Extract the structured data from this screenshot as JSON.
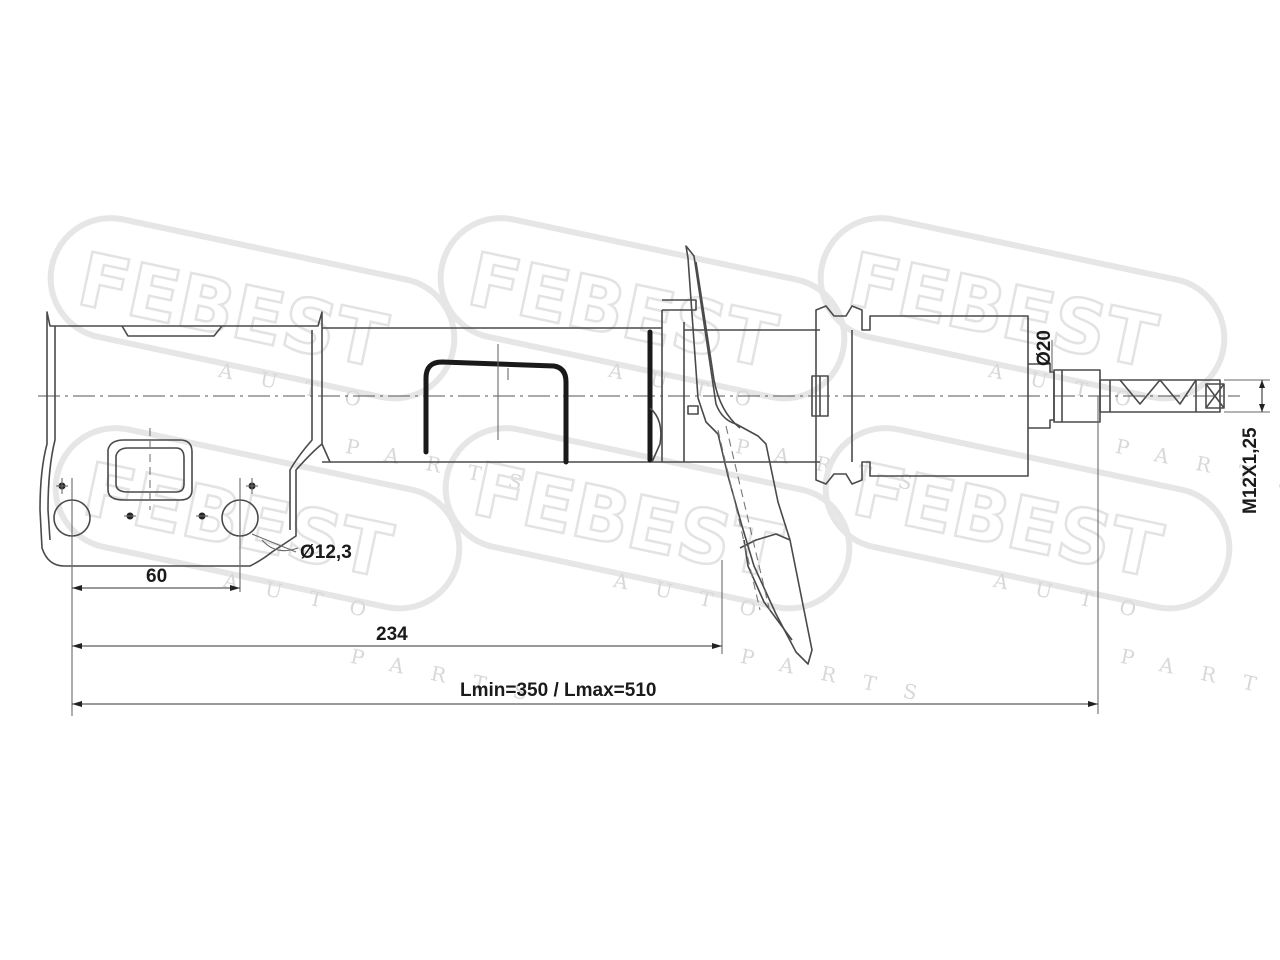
{
  "watermark": {
    "brand": "FEBEST",
    "sub_1": "AUTO",
    "sub_2": "PARTS"
  },
  "dimensions": {
    "hole_diameter": "Ø12,3",
    "hole_spacing": "60",
    "lower_to_bracket": "234",
    "length": "Lmin=350 / Lmax=510",
    "rod_diameter": "Ø20",
    "thread": "M12X1,25"
  },
  "colors": {
    "line": "#4a4a4a",
    "watermark": "#e3e3e3"
  }
}
